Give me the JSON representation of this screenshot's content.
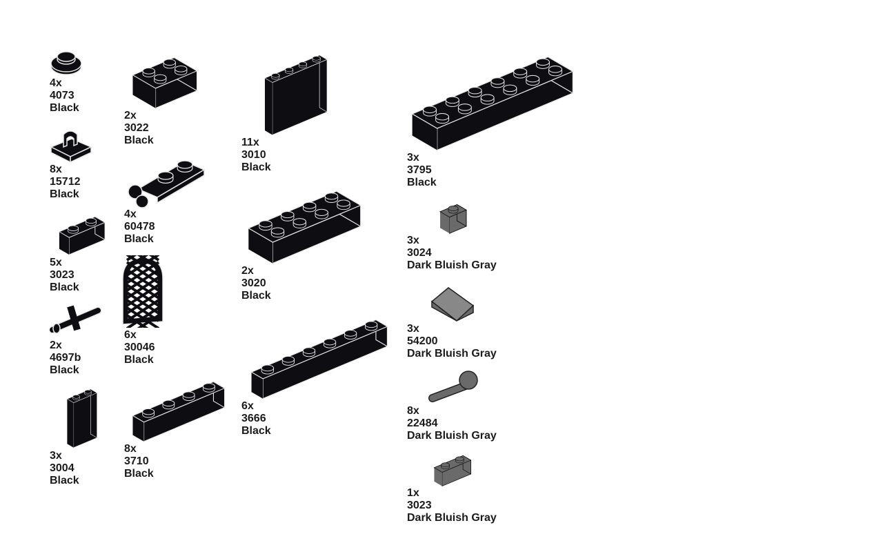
{
  "parts": [
    {
      "qty": "4x",
      "part": "4073",
      "color": "Black"
    },
    {
      "qty": "8x",
      "part": "15712",
      "color": "Black"
    },
    {
      "qty": "5x",
      "part": "3023",
      "color": "Black"
    },
    {
      "qty": "2x",
      "part": "4697b",
      "color": "Black"
    },
    {
      "qty": "3x",
      "part": "3004",
      "color": "Black"
    },
    {
      "qty": "2x",
      "part": "3022",
      "color": "Black"
    },
    {
      "qty": "4x",
      "part": "60478",
      "color": "Black"
    },
    {
      "qty": "6x",
      "part": "30046",
      "color": "Black"
    },
    {
      "qty": "8x",
      "part": "3710",
      "color": "Black"
    },
    {
      "qty": "11x",
      "part": "3010",
      "color": "Black"
    },
    {
      "qty": "2x",
      "part": "3020",
      "color": "Black"
    },
    {
      "qty": "6x",
      "part": "3666",
      "color": "Black"
    },
    {
      "qty": "3x",
      "part": "3795",
      "color": "Black"
    },
    {
      "qty": "3x",
      "part": "3024",
      "color": "Dark Bluish Gray"
    },
    {
      "qty": "3x",
      "part": "54200",
      "color": "Dark Bluish Gray"
    },
    {
      "qty": "8x",
      "part": "22484",
      "color": "Dark Bluish Gray"
    },
    {
      "qty": "1x",
      "part": "3023",
      "color": "Dark Bluish Gray"
    }
  ],
  "colors": {
    "Black": "#0d0d12",
    "Dark Bluish Gray": "#6a6a6a"
  }
}
